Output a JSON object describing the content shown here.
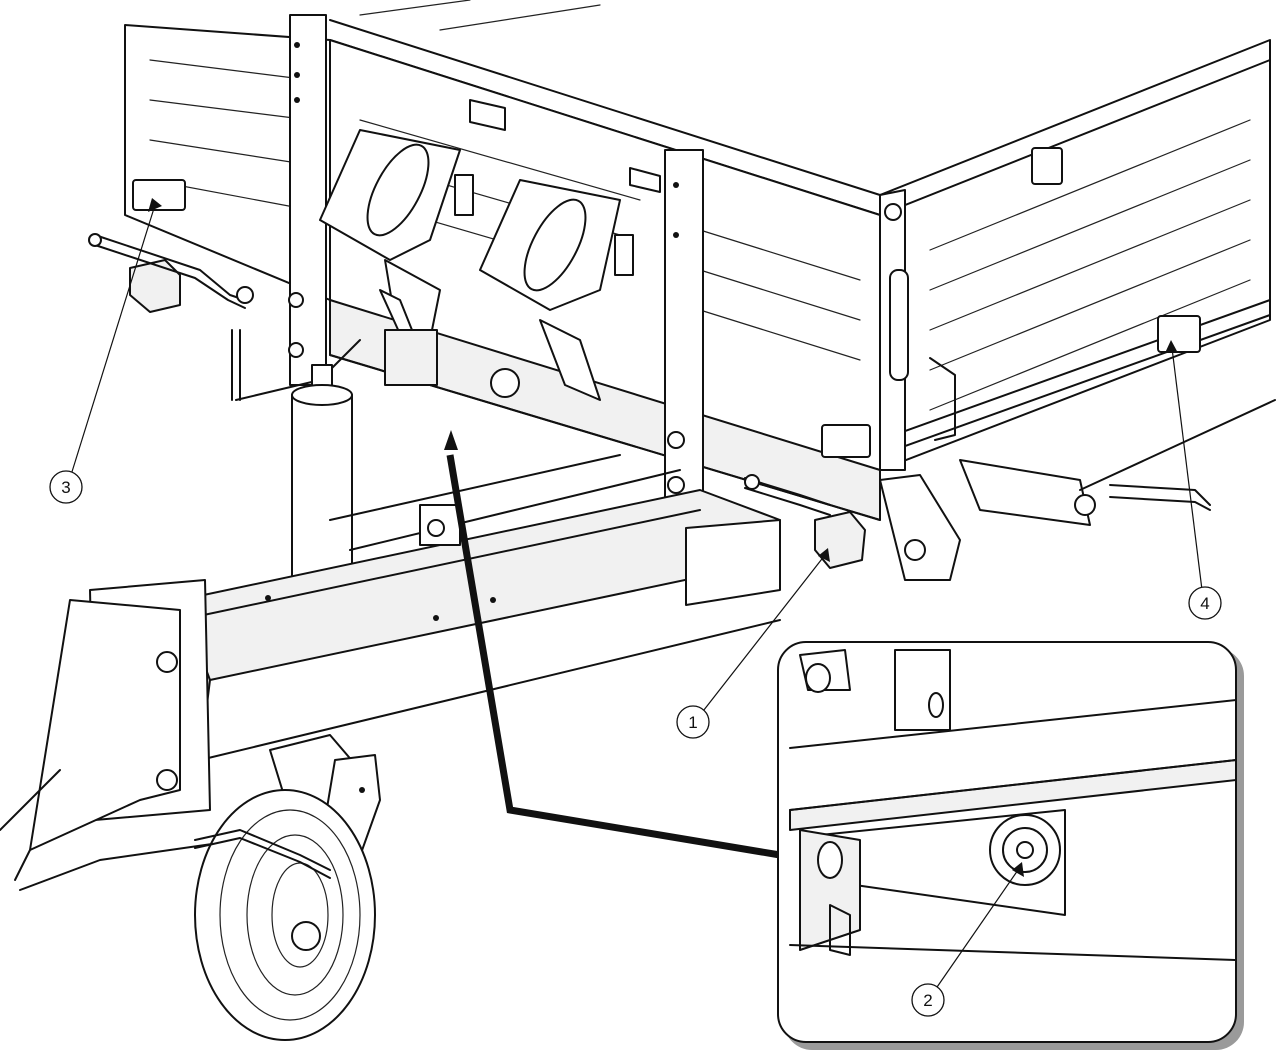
{
  "callouts": [
    {
      "id": "1",
      "label": "1"
    },
    {
      "id": "2",
      "label": "2"
    },
    {
      "id": "3",
      "label": "3"
    },
    {
      "id": "4",
      "label": "4"
    }
  ],
  "colors": {
    "line": "#111111",
    "background": "#ffffff",
    "detail_shadow": "#9a9a9a"
  },
  "icons": [
    "trailer-line-drawing",
    "detail-magnifier-inset",
    "leader-arrow"
  ]
}
